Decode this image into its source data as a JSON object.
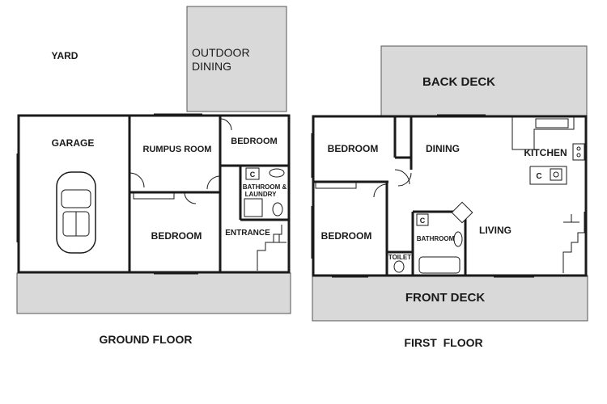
{
  "colors": {
    "wall": "#1a1a1a",
    "deck": "#d9d9d9",
    "background": "#ffffff"
  },
  "ground_floor": {
    "title": "GROUND FLOOR",
    "labels": {
      "yard": "YARD",
      "outdoor_dining_1": "OUTDOOR",
      "outdoor_dining_2": "DINING",
      "garage": "GARAGE",
      "rumpus_room": "RUMPUS ROOM",
      "bedroom_top": "BEDROOM",
      "bedroom_bottom": "BEDROOM",
      "bathroom_1": "BATHROOM &",
      "bathroom_2": "LAUNDRY",
      "closet": "C",
      "entrance": "ENTRANCE"
    }
  },
  "first_floor": {
    "title": "FIRST  FLOOR",
    "labels": {
      "back_deck": "BACK DECK",
      "front_deck": "FRONT DECK",
      "bedroom_top": "BEDROOM",
      "bedroom_bottom": "BEDROOM",
      "dining": "DINING",
      "kitchen": "KITCHEN",
      "living": "LIVING",
      "bathroom": "BATHROOM",
      "toilet": "TOILET",
      "closet_bath": "C",
      "closet_kitchen": "C"
    }
  }
}
